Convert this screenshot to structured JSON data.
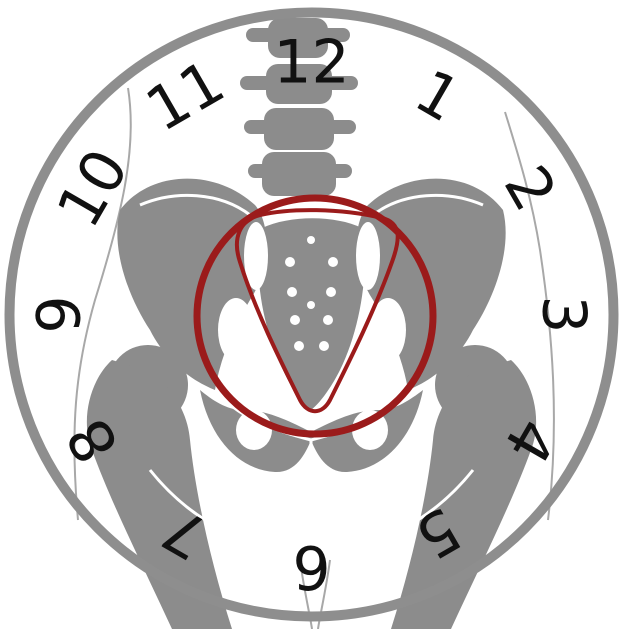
{
  "colors": {
    "background": "#ffffff",
    "clock_ring": "#8e8e8e",
    "bone": "#8c8c8c",
    "outline": "#9a9a9a",
    "red_marker": "#9b1b1b",
    "numerals": "#111111"
  },
  "clock": {
    "numerals": [
      {
        "label": "12",
        "angle": 0
      },
      {
        "label": "1",
        "angle": 30
      },
      {
        "label": "2",
        "angle": 60
      },
      {
        "label": "3",
        "angle": 90
      },
      {
        "label": "4",
        "angle": 120
      },
      {
        "label": "5",
        "angle": 150
      },
      {
        "label": "6",
        "angle": 180
      },
      {
        "label": "7",
        "angle": 210
      },
      {
        "label": "8",
        "angle": 240
      },
      {
        "label": "9",
        "angle": 270
      },
      {
        "label": "10",
        "angle": 300
      },
      {
        "label": "11",
        "angle": 330
      }
    ]
  },
  "icons": {
    "pelvis": "pelvis-skeleton-icon",
    "marker_circle": "red-circle-marker",
    "marker_triangle": "red-rounded-triangle-marker"
  }
}
